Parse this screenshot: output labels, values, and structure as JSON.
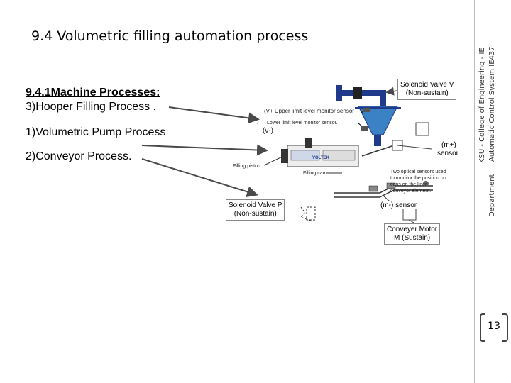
{
  "slide": {
    "title": "9.4  Volumetric filling automation process",
    "page_number": "13"
  },
  "sidebar": {
    "line1": "Automatic Control System IE437",
    "line2": "KSU - College of Engineering - IE",
    "line3": "Department"
  },
  "content": {
    "heading": "9.4.1Machine Processes:",
    "item_hopper": "3)Hooper Filling Process .",
    "item_pump": "1)Volumetric Pump Process",
    "item_conveyor": "2)Conveyor  Process."
  },
  "diagram": {
    "solenoid_v_line1": "Solenoid Valve V",
    "solenoid_v_line2": "(Non-sustain)",
    "upper_sensor": "(V+ Upper limit level monitor sensor",
    "paren": ")",
    "lower_sensor": "Lower limit level monitor sensor.",
    "v_minus": "(v-)",
    "m_plus": "(m+)",
    "m_plus_sensor": "sensor",
    "filling_piston": "Filling piston",
    "filling_cam": "Filling cam",
    "optical_l1": "Two optical sensors used",
    "optical_l2": "to monitor the position on",
    "optical_l3": "cans on the liner",
    "optical_l4": "conveyor element.",
    "m_minus": "(m-) sensor",
    "solenoid_p_line1": "Solenoid Valve P",
    "solenoid_p_line2": "(Non-sustain)",
    "motor_line1": "Conveyer Motor",
    "motor_line2": "M (Sustain)",
    "brand": "VOLTEK"
  },
  "colors": {
    "accent": "#1f3a8a",
    "arrow": "#4a4a4a"
  }
}
